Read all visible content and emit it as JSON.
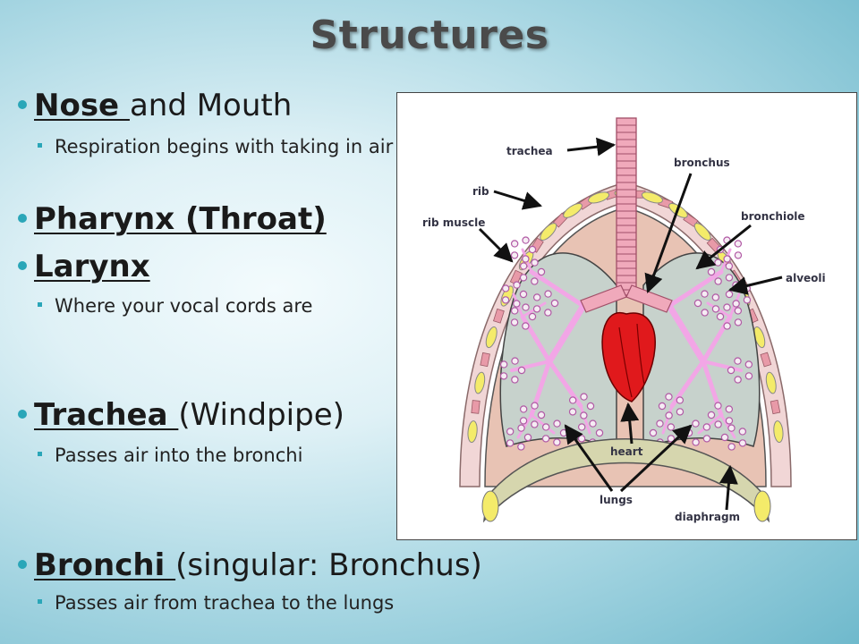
{
  "title": "Structures",
  "bullets": [
    {
      "term": "Nose ",
      "rest": "and Mouth",
      "sub": "Respiration begins with taking in air"
    },
    {
      "term": "Pharynx (Throat)",
      "rest": "",
      "sub": ""
    },
    {
      "term": "Larynx",
      "rest": "",
      "sub": "Where your vocal cords are"
    },
    {
      "term": "Trachea ",
      "rest": "(Windpipe)",
      "sub": "Passes air into the bronchi"
    },
    {
      "term": "Bronchi ",
      "rest": "(singular: Bronchus)",
      "sub": "Passes air from trachea to the lungs"
    }
  ],
  "diagram": {
    "labels": {
      "trachea": "trachea",
      "bronchus": "bronchus",
      "rib": "rib",
      "rib_muscle": "rib muscle",
      "bronchiole": "bronchiole",
      "alveoli": "alveoli",
      "heart": "heart",
      "lungs": "lungs",
      "diaphragm": "diaphragm"
    },
    "colors": {
      "cavity": "#e8c3b4",
      "lung_fill": "#c7d2cc",
      "bronchi_pink": "#f2a6e6",
      "heart_red": "#e0191c",
      "rib_yellow": "#f4eb6a",
      "muscle_pink": "#e89aa8",
      "diaphragm_fill": "#d6d6ae"
    }
  }
}
